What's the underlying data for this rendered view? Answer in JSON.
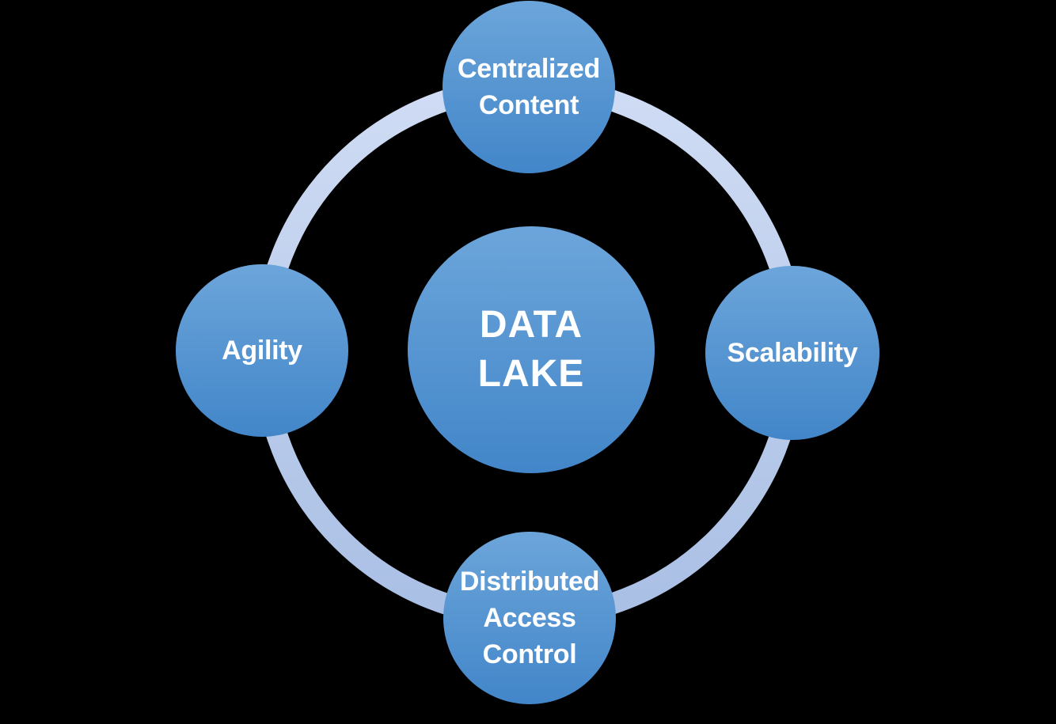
{
  "diagram": {
    "type": "hub-and-spoke-cycle",
    "center": {
      "label": "DATA LAKE",
      "lines": [
        "DATA",
        "LAKE"
      ]
    },
    "nodes": [
      {
        "id": "top",
        "label": "Centralized Content",
        "lines": [
          "Centralized",
          "Content"
        ]
      },
      {
        "id": "right",
        "label": "Scalability",
        "lines": [
          "Scalability"
        ]
      },
      {
        "id": "bottom",
        "label": "Distributed Access Control",
        "lines": [
          "Distributed",
          "Access",
          "Control"
        ]
      },
      {
        "id": "left",
        "label": "Agility",
        "lines": [
          "Agility"
        ]
      }
    ],
    "colors": {
      "background": "#000000",
      "node_gradient_top": "#6ca5da",
      "node_gradient_bottom": "#4286c9",
      "ring_gradient_top": "#d0dcf4",
      "ring_gradient_bottom": "#a9bfe4",
      "text": "#ffffff"
    }
  }
}
